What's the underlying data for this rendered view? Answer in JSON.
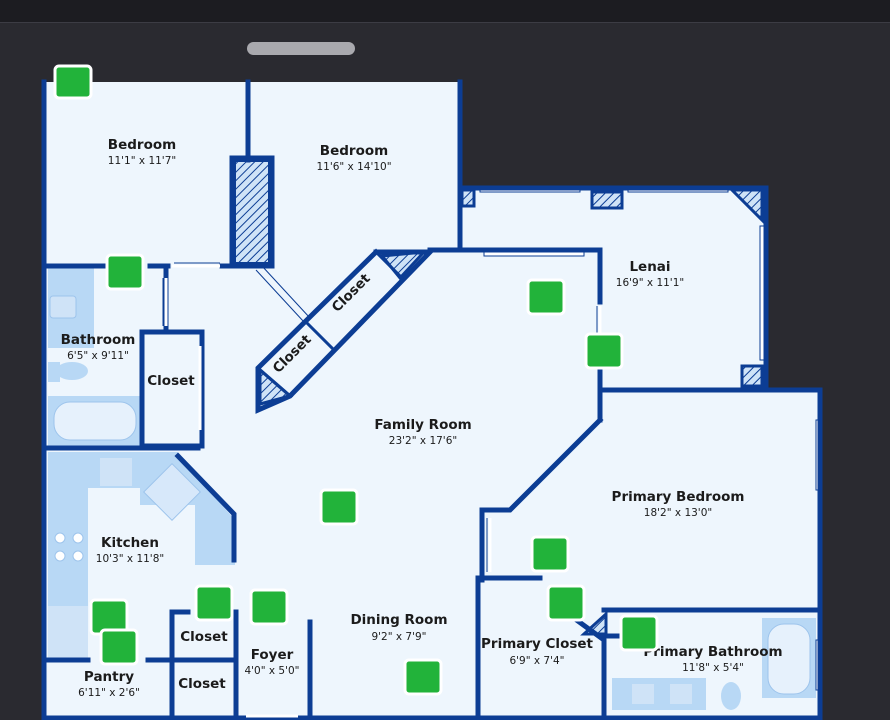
{
  "rooms": [
    {
      "name": "Bedroom",
      "dim": "11'1\" x 11'7\""
    },
    {
      "name": "Bedroom",
      "dim": "11'6\" x 14'10\""
    },
    {
      "name": "Lenai",
      "dim": "16'9\" x 11'1\""
    },
    {
      "name": "Bathroom",
      "dim": "6'5\" x 9'11\""
    },
    {
      "name": "Closet",
      "dim": ""
    },
    {
      "name": "Closet",
      "dim": ""
    },
    {
      "name": "Closet",
      "dim": ""
    },
    {
      "name": "Family Room",
      "dim": "23'2\" x 17'6\""
    },
    {
      "name": "Primary Bedroom",
      "dim": "18'2\" x 13'0\""
    },
    {
      "name": "Kitchen",
      "dim": "10'3\" x 11'8\""
    },
    {
      "name": "Dining Room",
      "dim": "9'2\" x 7'9\""
    },
    {
      "name": "Foyer",
      "dim": "4'0\" x 5'0\""
    },
    {
      "name": "Closet",
      "dim": ""
    },
    {
      "name": "Closet",
      "dim": ""
    },
    {
      "name": "Pantry",
      "dim": "6'11\" x 2'6\""
    },
    {
      "name": "Primary Closet",
      "dim": "6'9\" x 7'4\""
    },
    {
      "name": "Primary Bathroom",
      "dim": "11'8\" x 5'4\""
    }
  ],
  "colors": {
    "wall": "#0c3d94",
    "floor": "#eef6fd",
    "fixture": "#b8d8f5",
    "hotspot": "#22b33a",
    "background": "#2a2a30"
  },
  "hotspot_icon": "green-square-viewpoint-icon"
}
